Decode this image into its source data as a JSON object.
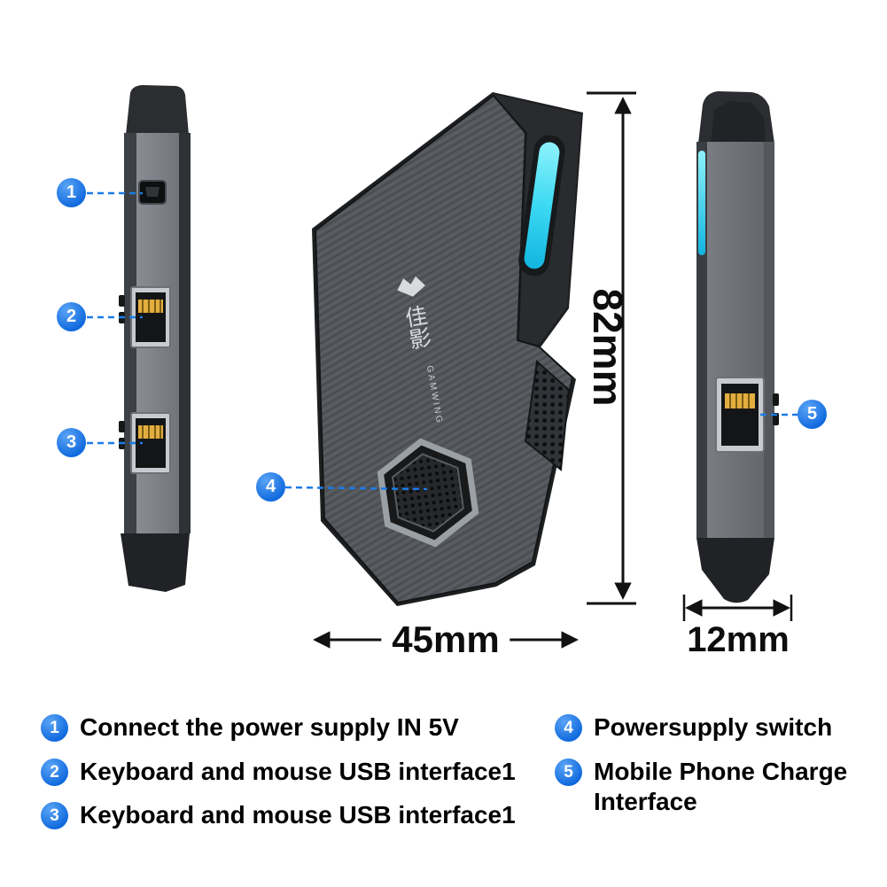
{
  "brand": {
    "name_latin": "GAMWING",
    "name_cjk": "佳影"
  },
  "dimensions": {
    "height": "82mm",
    "width": "45mm",
    "depth": "12mm"
  },
  "callouts": [
    {
      "num": "1",
      "label": "Connect the power supply IN 5V"
    },
    {
      "num": "2",
      "label": "Keyboard and mouse USB interface1"
    },
    {
      "num": "3",
      "label": "Keyboard and mouse USB interface1"
    },
    {
      "num": "4",
      "label": "Powersupply switch"
    },
    {
      "num": "5",
      "label": "Mobile Phone Charge Interface"
    }
  ],
  "colors": {
    "accent_blue": "#1877e9",
    "led_cyan": "#3cd9f2",
    "dimension_line": "#121212",
    "background": "#ffffff"
  }
}
